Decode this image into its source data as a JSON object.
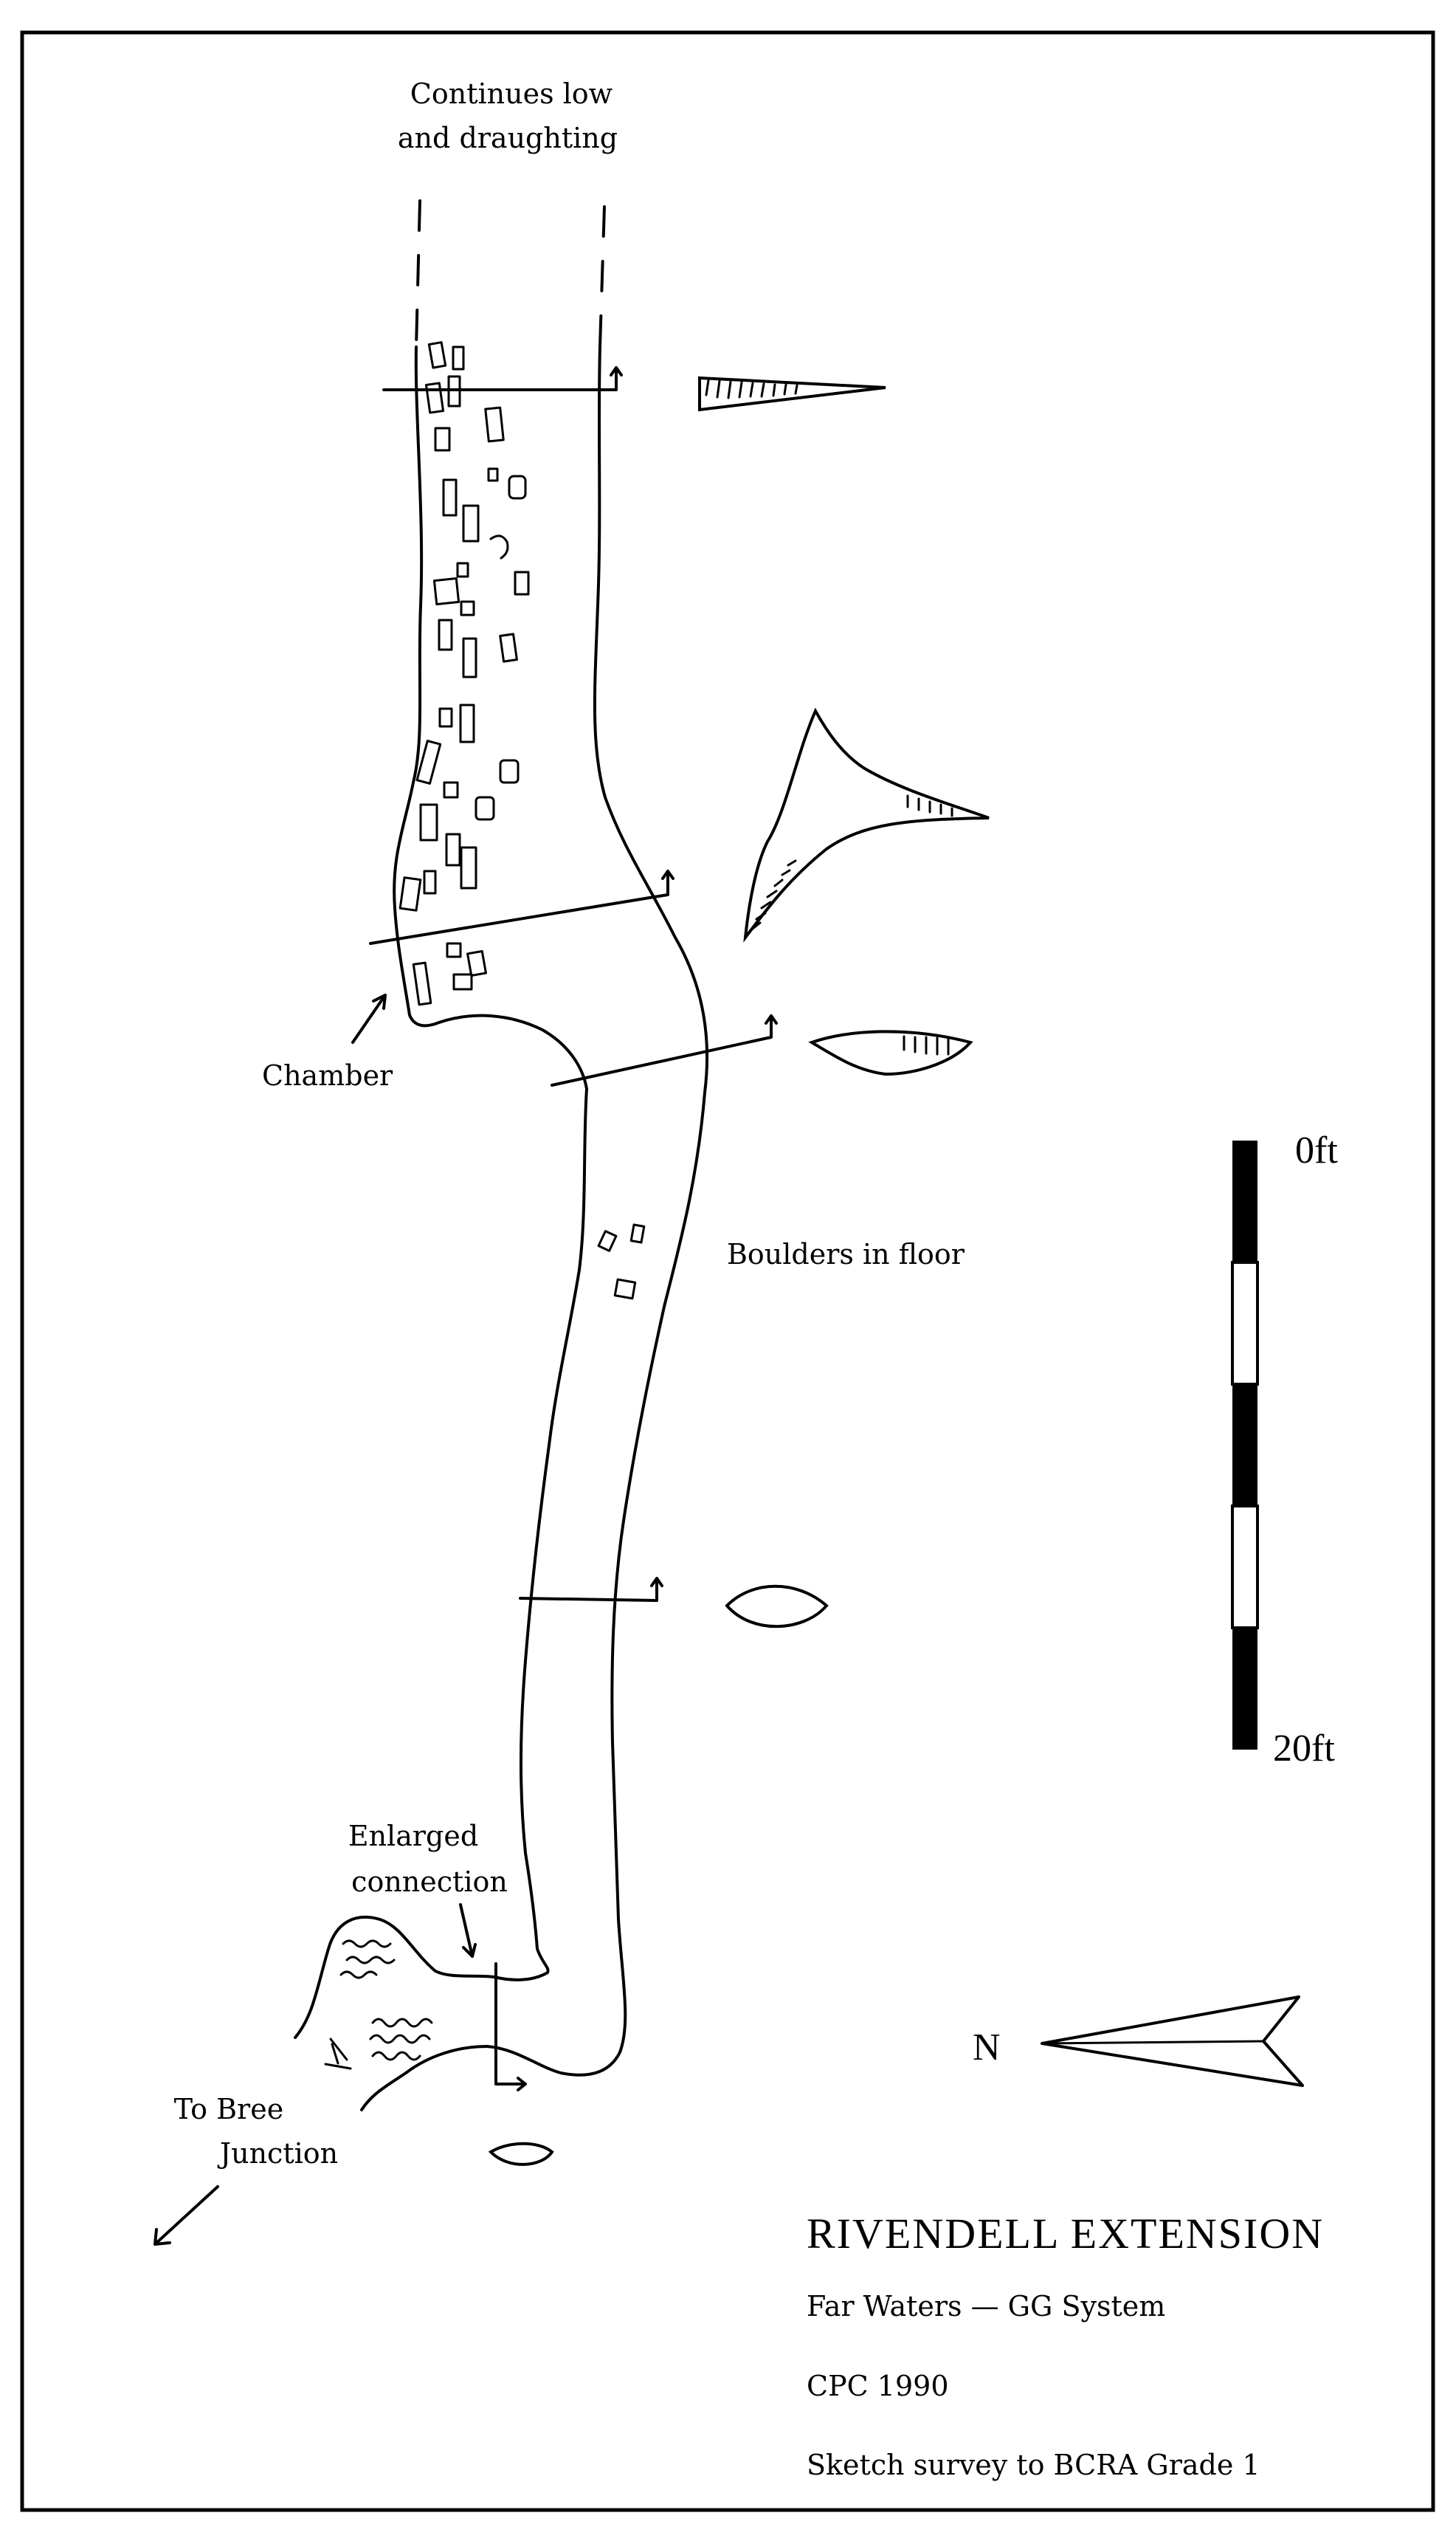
{
  "labels": {
    "continues_line1": "Continues low",
    "continues_line2": "and draughting",
    "chamber": "Chamber",
    "boulders": "Boulders in floor",
    "enlarged_line1": "Enlarged",
    "enlarged_line2": "connection",
    "bree_line1": "To Bree",
    "bree_line2": "Junction"
  },
  "scale_bar": {
    "top_label": "0ft",
    "bottom_label": "20ft",
    "segments": [
      "black",
      "white",
      "black",
      "white",
      "black"
    ]
  },
  "north_arrow": {
    "label": "N"
  },
  "title_block": {
    "title": "RIVENDELL EXTENSION",
    "subtitle": "Far Waters — GG System",
    "credit": "CPC 1990",
    "grade": "Sketch survey to BCRA Grade 1"
  },
  "colors": {
    "ink": "#000000",
    "paper": "#ffffff"
  }
}
